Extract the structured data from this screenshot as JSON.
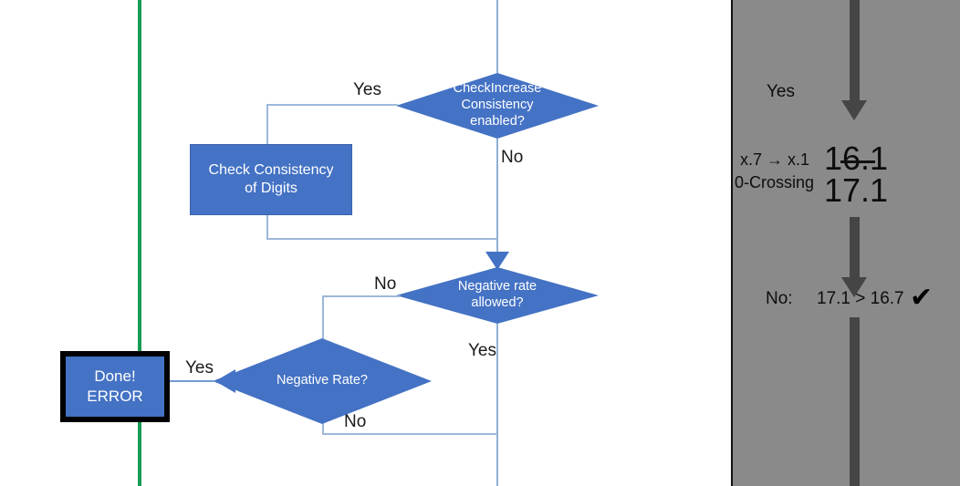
{
  "flow": {
    "nodes": {
      "check_increase_decision": "CheckIncrease Consistency enabled?",
      "check_increase_line1": "CheckIncrease",
      "check_increase_line2": "Consistency",
      "check_increase_line3": "enabled?",
      "check_consistency_box_line1": "Check Consistency",
      "check_consistency_box_line2": "of Digits",
      "negative_rate_allowed_line1": "Negative rate",
      "negative_rate_allowed_line2": "allowed?",
      "negative_rate_decision": "Negative Rate?",
      "error_terminal_line1": "Done!",
      "error_terminal_line2": "ERROR"
    },
    "edge_labels": {
      "check_increase_yes": "Yes",
      "check_increase_no": "No",
      "negative_allowed_no": "No",
      "negative_allowed_yes": "Yes",
      "negative_rate_yes": "Yes",
      "negative_rate_no": "No"
    }
  },
  "panel": {
    "yes_label": "Yes",
    "rounding_label": "x.7 → x.1",
    "zero_crossing_label": "0-Crossing",
    "value_struck": "16.1",
    "value_current": "17.1",
    "comparison_prefix": "No:",
    "comparison_expr": "17.1 > 16.7",
    "check_icon": "✔"
  },
  "colors": {
    "accent_blue": "#4472C4",
    "connector_blue": "#8FAFD6",
    "green_rule": "#169B54",
    "panel_gray": "#8A8A8A",
    "panel_arrow": "#454545",
    "text_dark": "#0d0d0d"
  }
}
